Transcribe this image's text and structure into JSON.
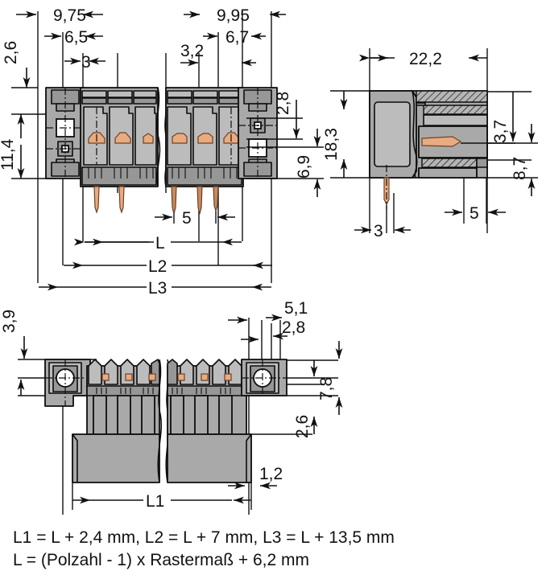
{
  "drawing": {
    "title": "Connector technical drawing",
    "units": "mm",
    "views": [
      {
        "name": "top-view",
        "label": ""
      },
      {
        "name": "side-view",
        "label": ""
      },
      {
        "name": "bottom-view",
        "label": ""
      }
    ]
  },
  "dimensions": {
    "top_view": {
      "d_9_75": "9,75",
      "d_6_5": "6,5",
      "d_3": "3",
      "d_9_95": "9,95",
      "d_6_7": "6,7",
      "d_3_2": "3,2",
      "d_2_6": "2,6",
      "d_11_4": "11,4",
      "d_2_8": "2,8",
      "d_6_9": "6,9",
      "d_5": "5",
      "d_L": "L",
      "d_L2": "L2",
      "d_L3": "L3"
    },
    "side_view": {
      "d_22_2": "22,2",
      "d_18_3": "18,3",
      "d_3_7": "3,7",
      "d_8_7": "8,7",
      "d_5": "5",
      "d_3": "3"
    },
    "bottom_view": {
      "d_3_9": "3,9",
      "d_5_1": "5,1",
      "d_2_8": "2,8",
      "d_7_8": "7,8",
      "d_2_6": "2,6",
      "d_1_2": "1,2",
      "d_L1": "L1"
    }
  },
  "notes": {
    "line1": "L1 = L + 2,4 mm, L2 = L + 7 mm, L3 = L + 13,5 mm",
    "line2": "L = (Polzahl - 1) x Rastermaß + 6,2 mm"
  },
  "colors": {
    "body_gray": "#a9a9a9",
    "body_gray_light": "#bcbcbc",
    "body_gray_dark": "#979797",
    "contact_copper": "#e9ab80",
    "line_black": "#0d0d0d",
    "background": "#ffffff"
  }
}
